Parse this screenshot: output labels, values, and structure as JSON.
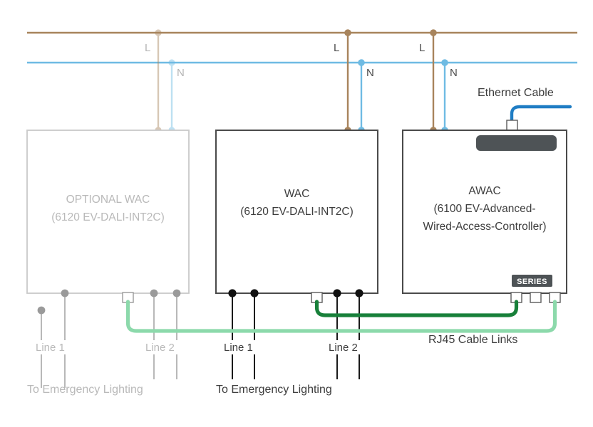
{
  "diagram": {
    "title": "Lighting control wiring diagram",
    "background_color": "#ffffff"
  },
  "colors": {
    "live_brown": "#a8845c",
    "neutral_blue": "#6fbbe3",
    "ethernet_blue": "#1f7dc4",
    "rj45_dark_green": "#18803a",
    "rj45_light_green": "#8cd9ab",
    "box_border_dark": "#4a4a4a",
    "box_border_faded": "#c9c9c9",
    "node_dark": "#1a1a1a",
    "node_grey": "#9a9a9a",
    "badge_grey": "#4e5356"
  },
  "bus_lines": {
    "live": {
      "label": "L",
      "color": "#a8845c"
    },
    "neutral": {
      "label": "N",
      "color": "#6fbbe3"
    },
    "drops": [
      {
        "live_label": "L",
        "neutral_label": "N",
        "faded": true
      },
      {
        "live_label": "L",
        "neutral_label": "N",
        "faded": false
      },
      {
        "live_label": "L",
        "neutral_label": "N",
        "faded": false
      }
    ]
  },
  "devices": [
    {
      "id": "optional-wac",
      "name_line1": "OPTIONAL WAC",
      "name_line2": "(6120 EV-DALI-INT2C)",
      "faded": true,
      "outputs": {
        "line1_label": "Line 1",
        "line2_label": "Line 2",
        "destination_label": "To Emergency Lighting"
      },
      "rj45_cable_color": "#8cd9ab"
    },
    {
      "id": "wac",
      "name_line1": "WAC",
      "name_line2": "(6120 EV-DALI-INT2C)",
      "faded": false,
      "outputs": {
        "line1_label": "Line 1",
        "line2_label": "Line 2",
        "destination_label": "To Emergency Lighting"
      },
      "rj45_cable_color": "#18803a"
    },
    {
      "id": "awac",
      "name_line1": "AWAC",
      "name_line2": "(6100 EV-Advanced-",
      "name_line3": "Wired-Access-Controller)",
      "faded": false,
      "badge_label": "SERIES",
      "ports_count": 3
    }
  ],
  "annotations": {
    "ethernet_cable_label": "Ethernet Cable",
    "rj45_cable_links_label": "RJ45 Cable Links"
  }
}
